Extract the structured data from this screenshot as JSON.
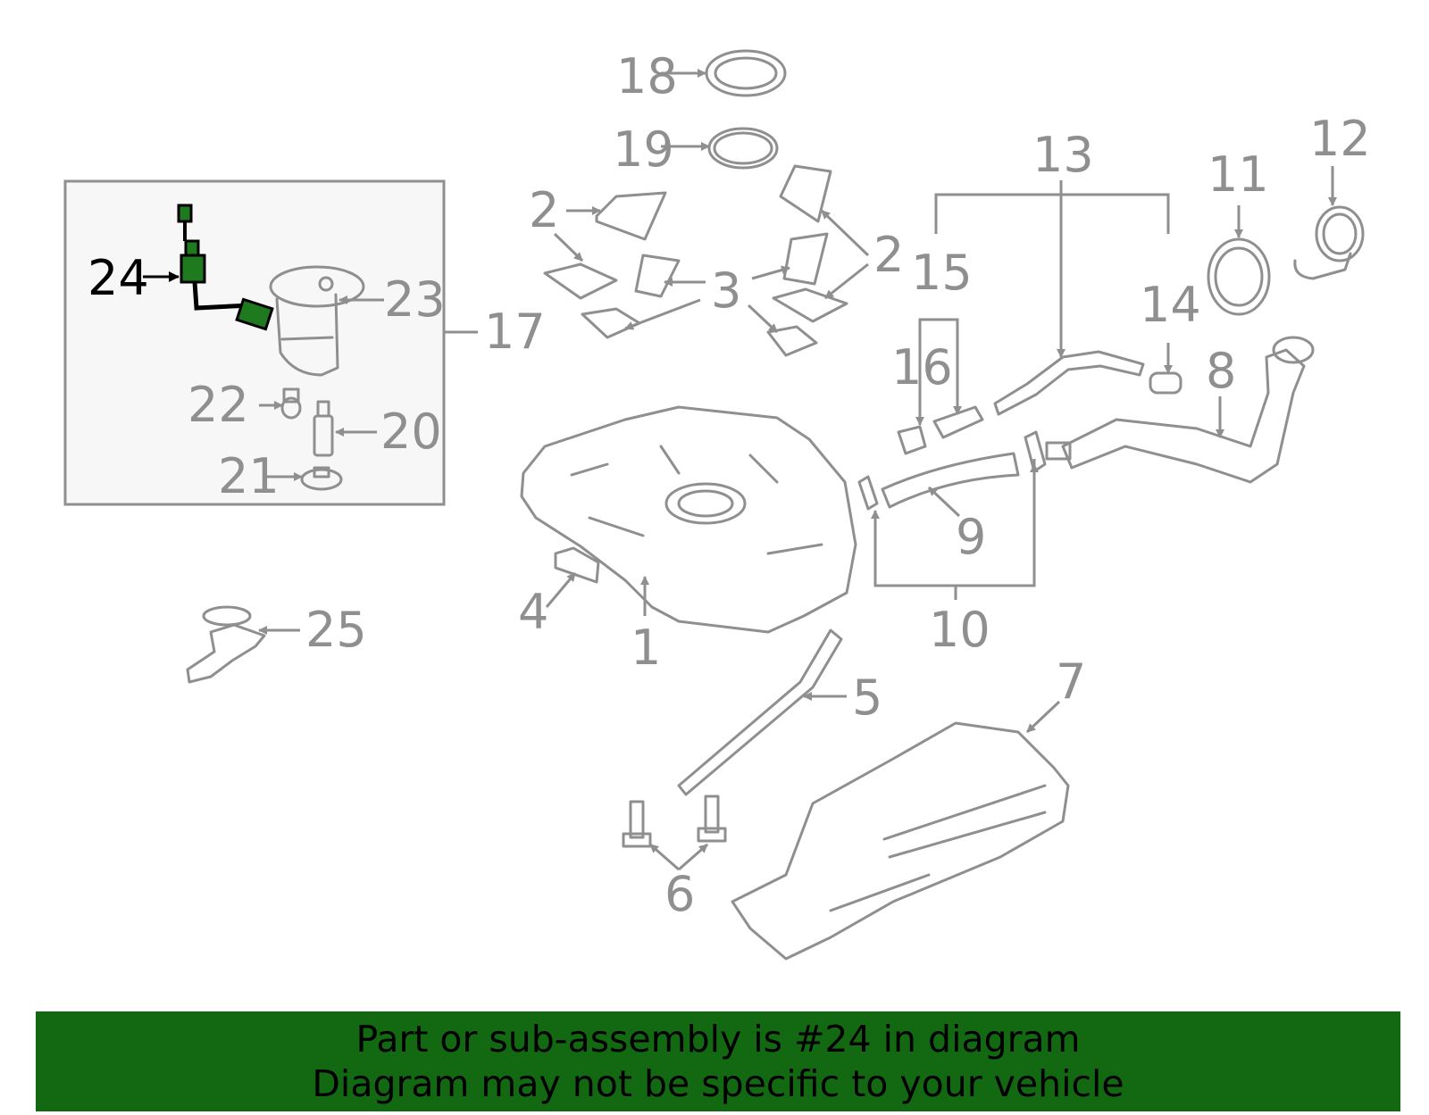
{
  "diagram": {
    "callouts": [
      {
        "id": "1",
        "label": "1"
      },
      {
        "id": "2a",
        "label": "2"
      },
      {
        "id": "2b",
        "label": "2"
      },
      {
        "id": "3",
        "label": "3"
      },
      {
        "id": "4",
        "label": "4"
      },
      {
        "id": "5",
        "label": "5"
      },
      {
        "id": "6",
        "label": "6"
      },
      {
        "id": "7",
        "label": "7"
      },
      {
        "id": "8",
        "label": "8"
      },
      {
        "id": "9",
        "label": "9"
      },
      {
        "id": "10",
        "label": "10"
      },
      {
        "id": "11",
        "label": "11"
      },
      {
        "id": "12",
        "label": "12"
      },
      {
        "id": "13",
        "label": "13"
      },
      {
        "id": "14",
        "label": "14"
      },
      {
        "id": "15",
        "label": "15"
      },
      {
        "id": "16",
        "label": "16"
      },
      {
        "id": "17",
        "label": "17"
      },
      {
        "id": "18",
        "label": "18"
      },
      {
        "id": "19",
        "label": "19"
      },
      {
        "id": "20",
        "label": "20"
      },
      {
        "id": "21",
        "label": "21"
      },
      {
        "id": "22",
        "label": "22"
      },
      {
        "id": "23",
        "label": "23"
      },
      {
        "id": "24",
        "label": "24"
      },
      {
        "id": "25",
        "label": "25"
      }
    ],
    "highlight_part": "24",
    "colors": {
      "part_stroke": "#8f8f8f",
      "highlight_fill": "#1f7a1f",
      "highlight_label": "#000000",
      "inset_fill": "#f7f7f7",
      "banner_bg": "#136812"
    }
  },
  "banner": {
    "line1": "Part or sub-assembly is #24 in diagram",
    "line2": "Diagram may not be specific to your vehicle"
  }
}
